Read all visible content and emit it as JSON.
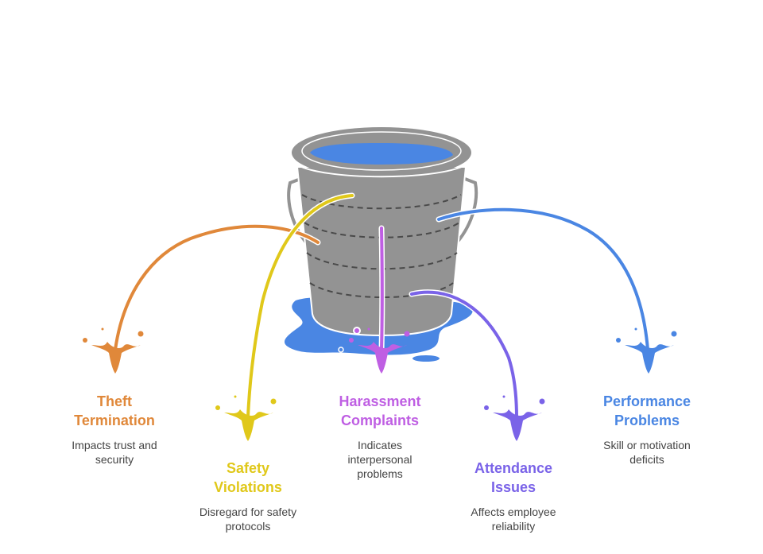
{
  "diagram": {
    "center": "leaky-bucket",
    "colors": {
      "bucket": "#939393",
      "water": "#4a86e3",
      "dash": "#4a4a4a"
    },
    "items": [
      {
        "id": "theft",
        "title_line1": "Theft",
        "title_line2": "Termination",
        "desc_line1": "Impacts trust and",
        "desc_line2": "security",
        "desc_line3": "",
        "color": "#e0883a"
      },
      {
        "id": "safety",
        "title_line1": "Safety",
        "title_line2": "Violations",
        "desc_line1": "Disregard for safety",
        "desc_line2": "protocols",
        "desc_line3": "",
        "color": "#e0c81a"
      },
      {
        "id": "harassment",
        "title_line1": "Harassment",
        "title_line2": "Complaints",
        "desc_line1": "Indicates",
        "desc_line2": "interpersonal",
        "desc_line3": "problems",
        "color": "#bf5fe3"
      },
      {
        "id": "attendance",
        "title_line1": "Attendance",
        "title_line2": "Issues",
        "desc_line1": "Affects employee",
        "desc_line2": "reliability",
        "desc_line3": "",
        "color": "#7a63e8"
      },
      {
        "id": "performance",
        "title_line1": "Performance",
        "title_line2": "Problems",
        "desc_line1": "Skill or motivation",
        "desc_line2": "deficits",
        "desc_line3": "",
        "color": "#4a86e3"
      }
    ]
  }
}
